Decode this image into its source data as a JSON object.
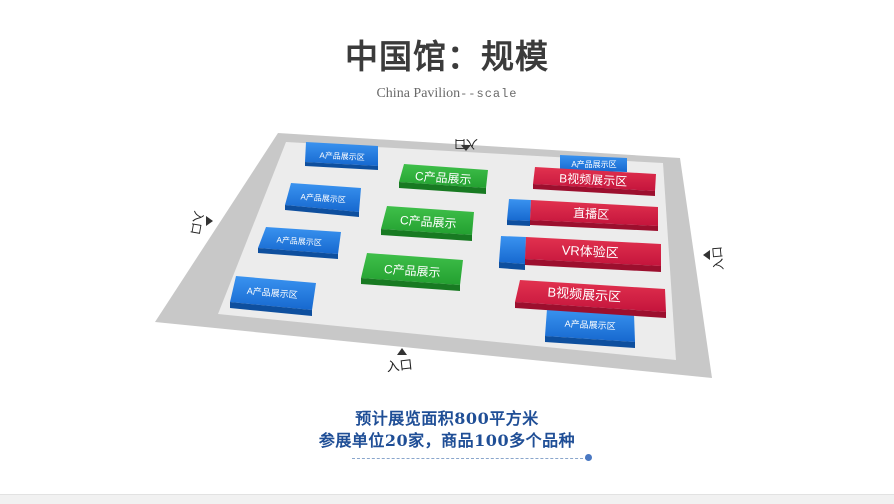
{
  "title": "中国馆：规模",
  "subtitle": {
    "main": "China Pavilion",
    "suffix": "--scale"
  },
  "floor": {
    "entrances": {
      "top": "入口",
      "bottom": "入口",
      "left": "入口",
      "right": "入口"
    },
    "zones": {
      "a1": "A产品展示区",
      "a2": "A产品展示区",
      "a3": "A产品展示区",
      "a4": "A产品展示区",
      "a5": "A产品展示区",
      "a6": "A产品展示区",
      "c1": "C产品展示",
      "c2": "C产品展示",
      "c3": "C产品展示",
      "b1": "B视频展示区",
      "live": "直播区",
      "vr": "VR体验区",
      "b2": "B视频展示区"
    }
  },
  "description": {
    "line1": "预计展览面积800平方米",
    "line2": "参展单位20家，商品100多个品种"
  },
  "colors": {
    "blue": "#1f78e0",
    "green": "#2eb23a",
    "red": "#d41c44",
    "floor_border": "#c8c8c8",
    "floor_inner": "#ececec",
    "text_blue": "#1f4e96"
  }
}
